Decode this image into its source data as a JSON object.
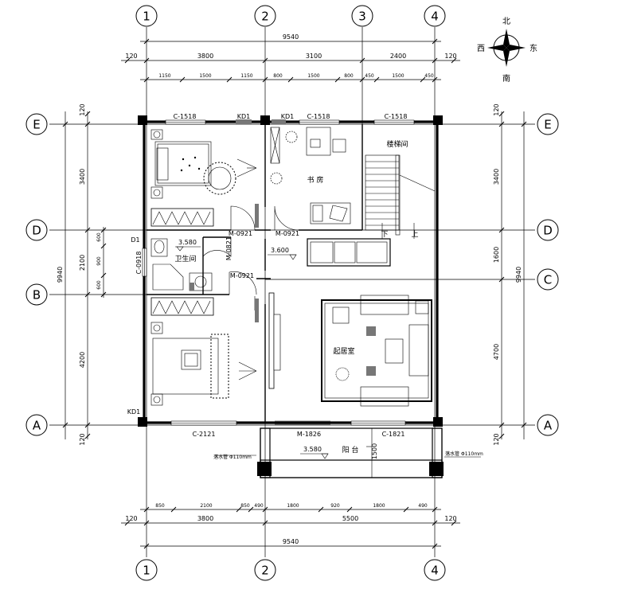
{
  "axes": {
    "top": [
      "1",
      "2",
      "3",
      "4"
    ],
    "bottom": [
      "1",
      "2",
      "4"
    ],
    "left": [
      "E",
      "D",
      "B",
      "A"
    ],
    "right": [
      "E",
      "D",
      "C",
      "A"
    ]
  },
  "compass": {
    "north": "北",
    "south": "南",
    "east": "东",
    "west": "西"
  },
  "dims": {
    "top_total": "9540",
    "top_row2": [
      "120",
      "3800",
      "3100",
      "2400",
      "120"
    ],
    "top_row1": [
      "1150",
      "1500",
      "1150",
      "800",
      "1500",
      "800",
      "450",
      "1500",
      "450"
    ],
    "bottom_row1": [
      "850",
      "2100",
      "850",
      "490",
      "1800",
      "920",
      "1800",
      "490"
    ],
    "bottom_row2": [
      "120",
      "3800",
      "5500",
      "120"
    ],
    "bottom_total": "9540",
    "left_outer_top": "120",
    "left_row": [
      "3400",
      "2100",
      "4200"
    ],
    "left_outer_bottom": "120",
    "left_total": "9940",
    "left_small": [
      "600",
      "900",
      "600"
    ],
    "right_outer_top": "120",
    "right_row": [
      "3400",
      "1600",
      "4700"
    ],
    "right_outer_bottom": "120",
    "right_total": "9940",
    "balcony_depth": "1500"
  },
  "rooms": {
    "study": "书 房",
    "stair": "楼梯间",
    "bath": "卫生间",
    "living": "起居室",
    "balcony": "阳 台",
    "stair_down": "下",
    "stair_up": "上"
  },
  "codes": {
    "c1518_a": "C-1518",
    "c1518_b": "C-1518",
    "c1518_c": "C-1518",
    "kd1_a": "KD1",
    "kd1_b": "KD1",
    "kd1_c": "KD1",
    "d1": "D1",
    "m0921_a": "M-0921",
    "m0921_b": "M-0921",
    "m0921_c": "M-0921",
    "m0821": "M-0821",
    "c0918": "C-0918",
    "c2121": "C-2121",
    "m1826": "M-1826",
    "c1821": "C-1821",
    "drain_l": "落水管 Φ110mm",
    "drain_r": "落水管 Φ110mm"
  },
  "levels": {
    "bath": "3.580",
    "hall": "3.600",
    "balcony": "3.580"
  },
  "colors": {
    "line": "#000000",
    "fill": "#777777",
    "background": "#ffffff"
  }
}
